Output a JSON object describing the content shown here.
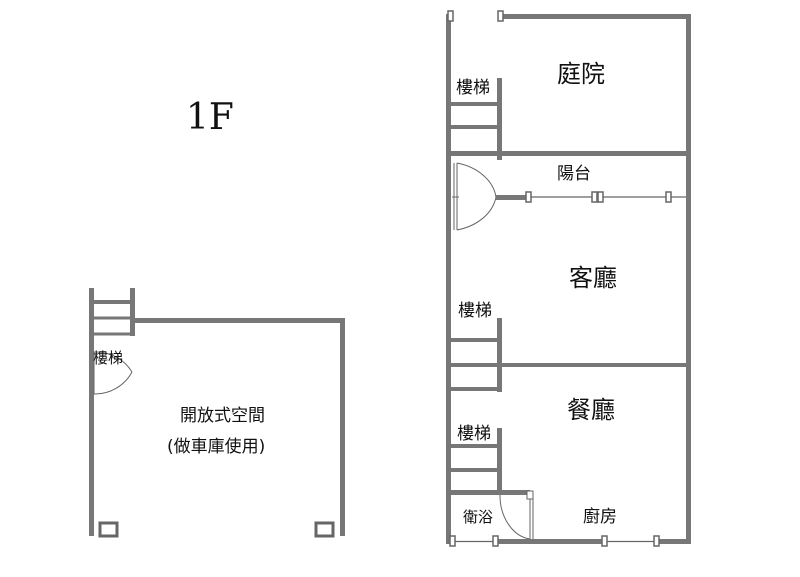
{
  "floor_label": "1F",
  "left_plan": {
    "stairs_label": "樓梯",
    "space_label": "開放式空間",
    "space_note": "(做車庫使用)"
  },
  "right_plan": {
    "courtyard": "庭院",
    "stairs_top": "樓梯",
    "balcony": "陽台",
    "living_room": "客廳",
    "stairs_mid": "樓梯",
    "dining_room": "餐廳",
    "stairs_low": "樓梯",
    "bathroom": "衛浴",
    "kitchen": "廚房"
  },
  "colors": {
    "wall": "#777777",
    "line": "#555555",
    "text": "#111111"
  }
}
